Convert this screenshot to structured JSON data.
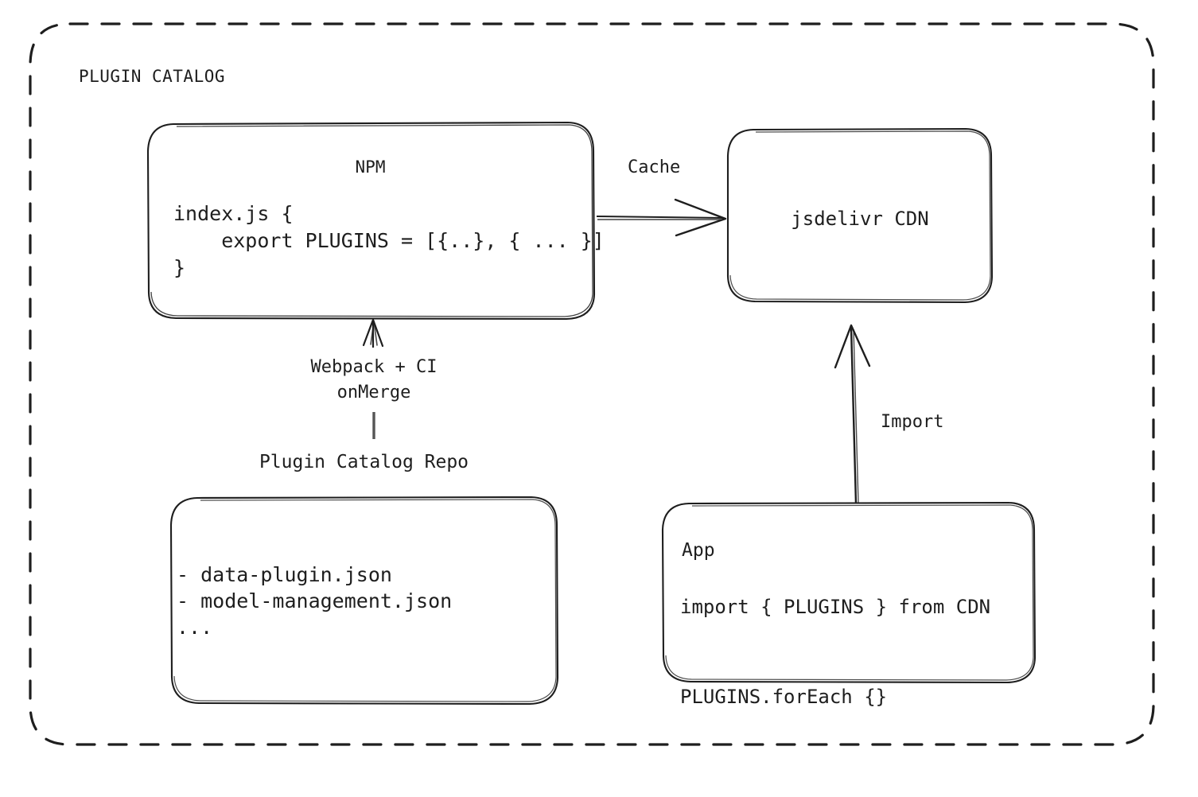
{
  "diagram": {
    "title": "PLUGIN CATALOG",
    "background": "#ffffff",
    "stroke_color": "#1e1e1e",
    "style": "hand-drawn dashed container with rounded solid nodes"
  },
  "nodes": {
    "npm": {
      "title": "NPM",
      "code": "index.js {\n    export PLUGINS = [{..}, { ... }]\n}"
    },
    "cdn": {
      "title": "jsdelivr CDN"
    },
    "repo": {
      "label": "Plugin Catalog Repo",
      "files": "- data-plugin.json\n- model-management.json\n..."
    },
    "app": {
      "title": "App",
      "code": "import { PLUGINS } from CDN\n\nPLUGINS.forEach {}"
    }
  },
  "edges": {
    "cache": {
      "label": "Cache",
      "from": "NPM",
      "to": "jsdelivr CDN",
      "direction": "right"
    },
    "build": {
      "label": "Webpack + CI\nonMerge",
      "from": "Plugin Catalog Repo",
      "to": "NPM",
      "direction": "up"
    },
    "import": {
      "label": "Import",
      "from": "App",
      "to": "jsdelivr CDN",
      "direction": "up"
    }
  }
}
